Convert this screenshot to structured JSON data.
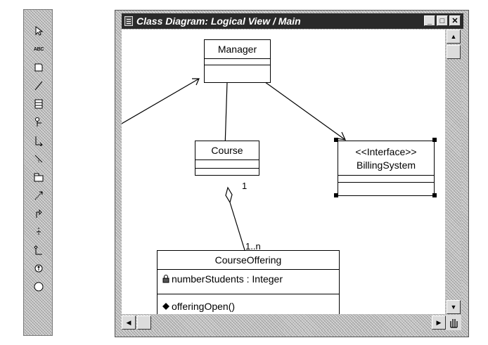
{
  "window": {
    "title": "Class Diagram: Logical View / Main",
    "buttons": {
      "minimize": "_",
      "maximize": "□",
      "close": "✕"
    }
  },
  "toolbox": {
    "tools": [
      {
        "icon": "selection-arrow-icon",
        "glyph": ""
      },
      {
        "icon": "text-box-icon",
        "glyph": "ABC"
      },
      {
        "icon": "note-icon",
        "glyph": ""
      },
      {
        "icon": "anchor-note-icon",
        "glyph": ""
      },
      {
        "icon": "class-icon",
        "glyph": ""
      },
      {
        "icon": "interface-icon",
        "glyph": ""
      },
      {
        "icon": "unidirectional-association-icon",
        "glyph": ""
      },
      {
        "icon": "association-class-icon",
        "glyph": ""
      },
      {
        "icon": "package-icon",
        "glyph": ""
      },
      {
        "icon": "dependency-icon",
        "glyph": ""
      },
      {
        "icon": "generalization-icon",
        "glyph": ""
      },
      {
        "icon": "realize-icon",
        "glyph": ""
      },
      {
        "icon": "aggregation-icon",
        "glyph": ""
      },
      {
        "icon": "parameterized-class-icon",
        "glyph": ""
      },
      {
        "icon": "circle-icon",
        "glyph": ""
      }
    ]
  },
  "diagram": {
    "manager": {
      "name": "Manager"
    },
    "course": {
      "name": "Course"
    },
    "billing": {
      "stereotype": "<<Interface>>",
      "name": "BillingSystem"
    },
    "offering": {
      "name": "CourseOffering",
      "attribute": "numberStudents : Integer",
      "operation": "offeringOpen()"
    },
    "multiplicity": {
      "course_end": "1",
      "offering_end": "1..n"
    }
  }
}
